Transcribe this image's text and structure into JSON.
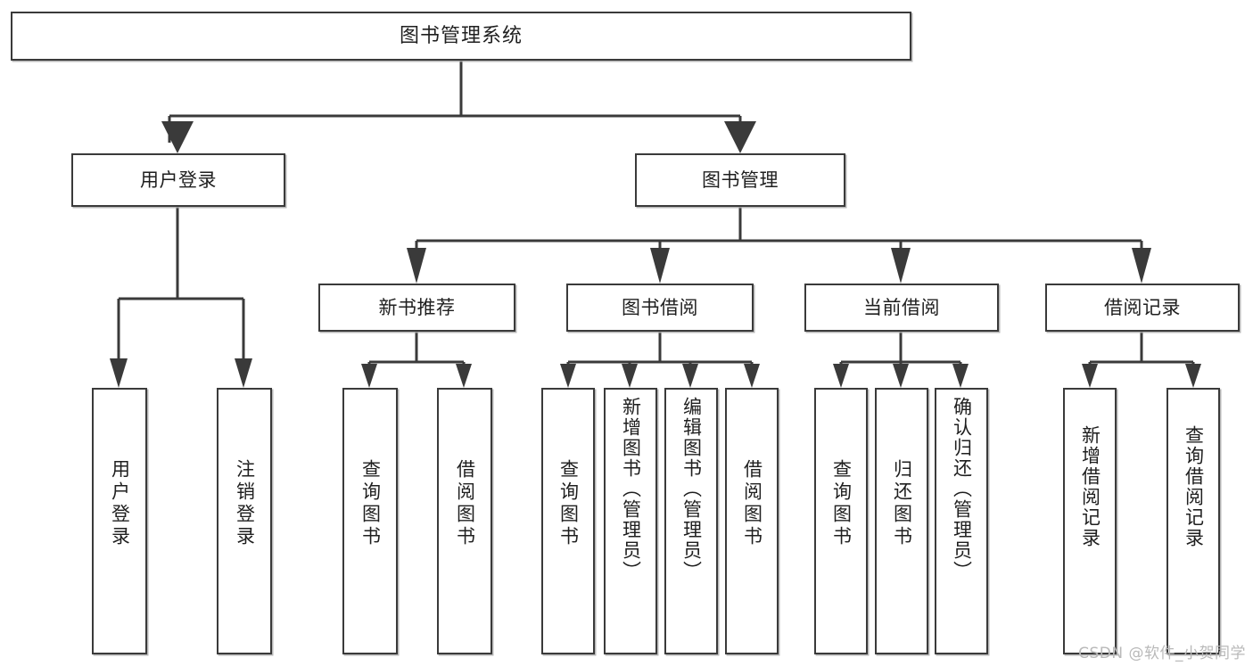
{
  "diagram": {
    "title": "图书管理系统",
    "type": "tree",
    "colors": {
      "box_border": "#3a3a3a",
      "box_fill": "#ffffff",
      "connector": "#3a3a3a",
      "background": "#ffffff",
      "watermark": "#b9b9b9"
    },
    "root": {
      "label": "图书管理系统"
    },
    "level2": [
      {
        "label": "用户登录"
      },
      {
        "label": "图书管理"
      }
    ],
    "level3": [
      {
        "label": "新书推荐"
      },
      {
        "label": "图书借阅"
      },
      {
        "label": "当前借阅"
      },
      {
        "label": "借阅记录"
      }
    ],
    "leaves": {
      "user_login": [
        {
          "label": "用户登录"
        },
        {
          "label": "注销登录"
        }
      ],
      "new_book_recommend": [
        {
          "label": "查询图书"
        },
        {
          "label": "借阅图书"
        }
      ],
      "book_borrow": [
        {
          "label": "查询图书"
        },
        {
          "label": "新增图书（管理员）"
        },
        {
          "label": "编辑图书（管理员）"
        },
        {
          "label": "借阅图书"
        }
      ],
      "current_borrow": [
        {
          "label": "查询图书"
        },
        {
          "label": "归还图书"
        },
        {
          "label": "确认归还（管理员）"
        }
      ],
      "borrow_record": [
        {
          "label": "新增借阅记录"
        },
        {
          "label": "查询借阅记录"
        }
      ]
    }
  },
  "watermark": {
    "text": "CSDN @软件_小贺同学"
  }
}
